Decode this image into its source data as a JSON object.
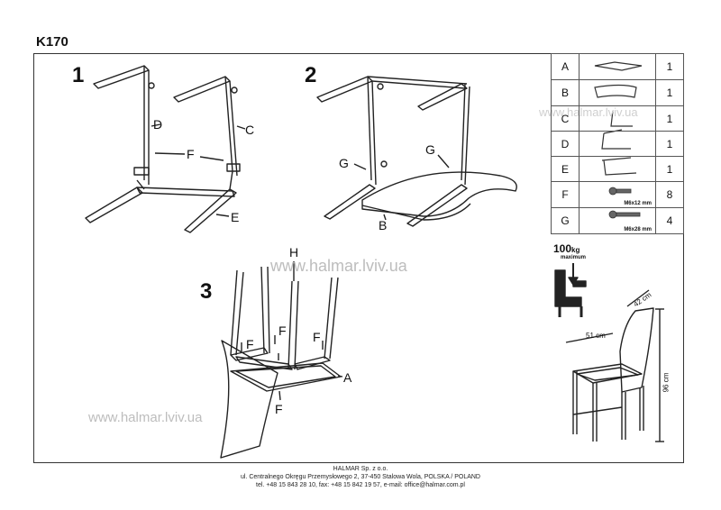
{
  "title": "K170",
  "steps": [
    "1",
    "2",
    "3"
  ],
  "step1_labels": {
    "d": "D",
    "c": "C",
    "f": "F",
    "e": "E"
  },
  "step2_labels": {
    "g_left": "G",
    "g_right": "G",
    "b": "B"
  },
  "step3_labels": {
    "h": "H",
    "f1": "F",
    "f2": "F",
    "f3": "F",
    "a": "A",
    "f_bottom": "F"
  },
  "watermark": "www.halmar.lviv.ua",
  "parts": [
    {
      "key": "A",
      "qty": "1",
      "spec": ""
    },
    {
      "key": "B",
      "qty": "1",
      "spec": ""
    },
    {
      "key": "C",
      "qty": "1",
      "spec": ""
    },
    {
      "key": "D",
      "qty": "1",
      "spec": ""
    },
    {
      "key": "E",
      "qty": "1",
      "spec": ""
    },
    {
      "key": "F",
      "qty": "8",
      "spec": "M6x12 mm"
    },
    {
      "key": "G",
      "qty": "4",
      "spec": "M6x28 mm"
    }
  ],
  "max_load": {
    "value": "100",
    "unit": "kg",
    "label": "maximum"
  },
  "dimensions": {
    "depth": "51 cm",
    "width": "42 cm",
    "height": "96 cm"
  },
  "footer": {
    "company": "HALMAR Sp. z o.o.",
    "address": "ul. Centralnego Okręgu Przemysłowego 2, 37-450 Stalowa Wola, POLSKA / POLAND",
    "contact": "tel. +48 15 843 28 10, fax: +48 15 842 19 57, e-mail: office@halmar.com.pl"
  }
}
